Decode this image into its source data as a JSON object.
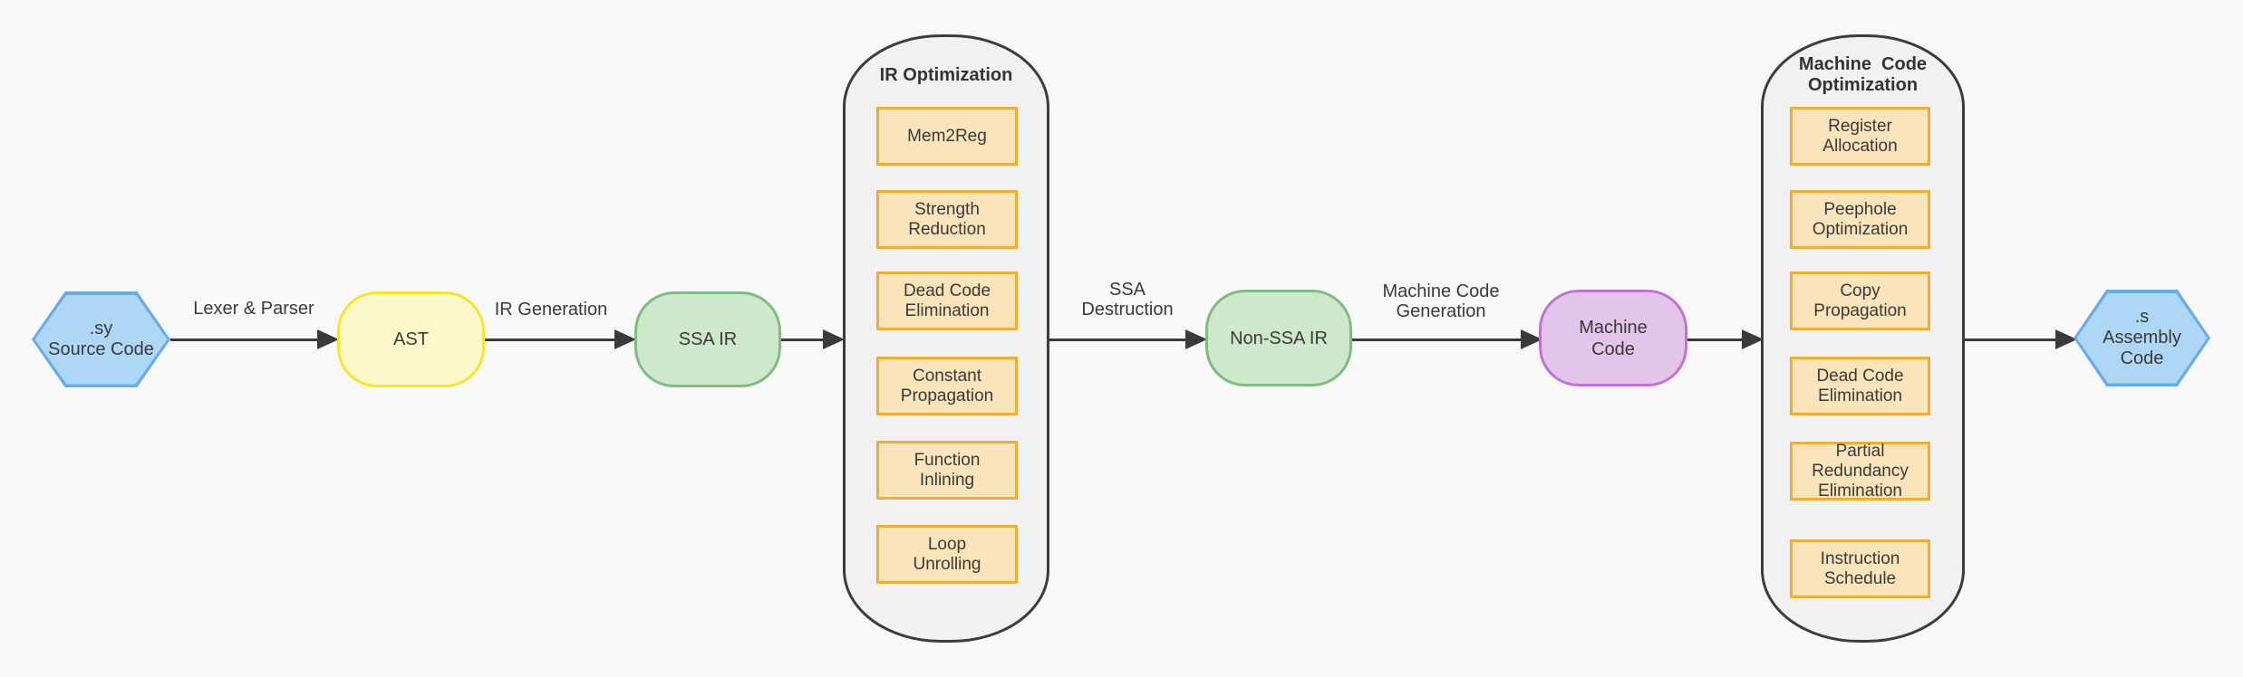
{
  "diagram": {
    "nodes": {
      "source": ".sy\nSource Code",
      "ast": "AST",
      "ssa_ir": "SSA IR",
      "non_ssa_ir": "Non-SSA IR",
      "machine_code": "Machine\nCode",
      "assembly": ".s\nAssembly\nCode"
    },
    "edge_labels": {
      "lexer_parser": "Lexer & Parser",
      "ir_generation": "IR Generation",
      "ssa_destruction": "SSA\nDestruction",
      "machine_code_generation": "Machine Code\nGeneration"
    },
    "groups": {
      "ir_optimization": {
        "title": "IR Optimization",
        "passes": [
          "Mem2Reg",
          "Strength\nReduction",
          "Dead Code\nElimination",
          "Constant\nPropagation",
          "Function\nInlining",
          "Loop\nUnrolling"
        ]
      },
      "machine_code_optimization": {
        "title": "Machine  Code\nOptimization",
        "passes": [
          "Register\nAllocation",
          "Peephole\nOptimization",
          "Copy\nPropagation",
          "Dead Code\nElimination",
          "Partial\nRedundancy\nElimination",
          "Instruction\nSchedule"
        ]
      }
    },
    "colors": {
      "background": "#f8f8f8",
      "group_fill": "#f1f1f1",
      "group_border": "#3c3c3c",
      "hexagon_fill": "#aed7f5",
      "hexagon_border": "#66ace9",
      "ast_fill": "#fcf8c8",
      "ast_border": "#f7e431",
      "ir_fill": "#cde8ca",
      "ir_border": "#7fbc81",
      "machine_code_fill": "#e3c4ea",
      "machine_code_border": "#c273d2",
      "pass_fill": "#fbe3ba",
      "pass_border": "#f0ad33",
      "arrow": "#3a3a3a",
      "text": "#3a3a3a"
    }
  }
}
